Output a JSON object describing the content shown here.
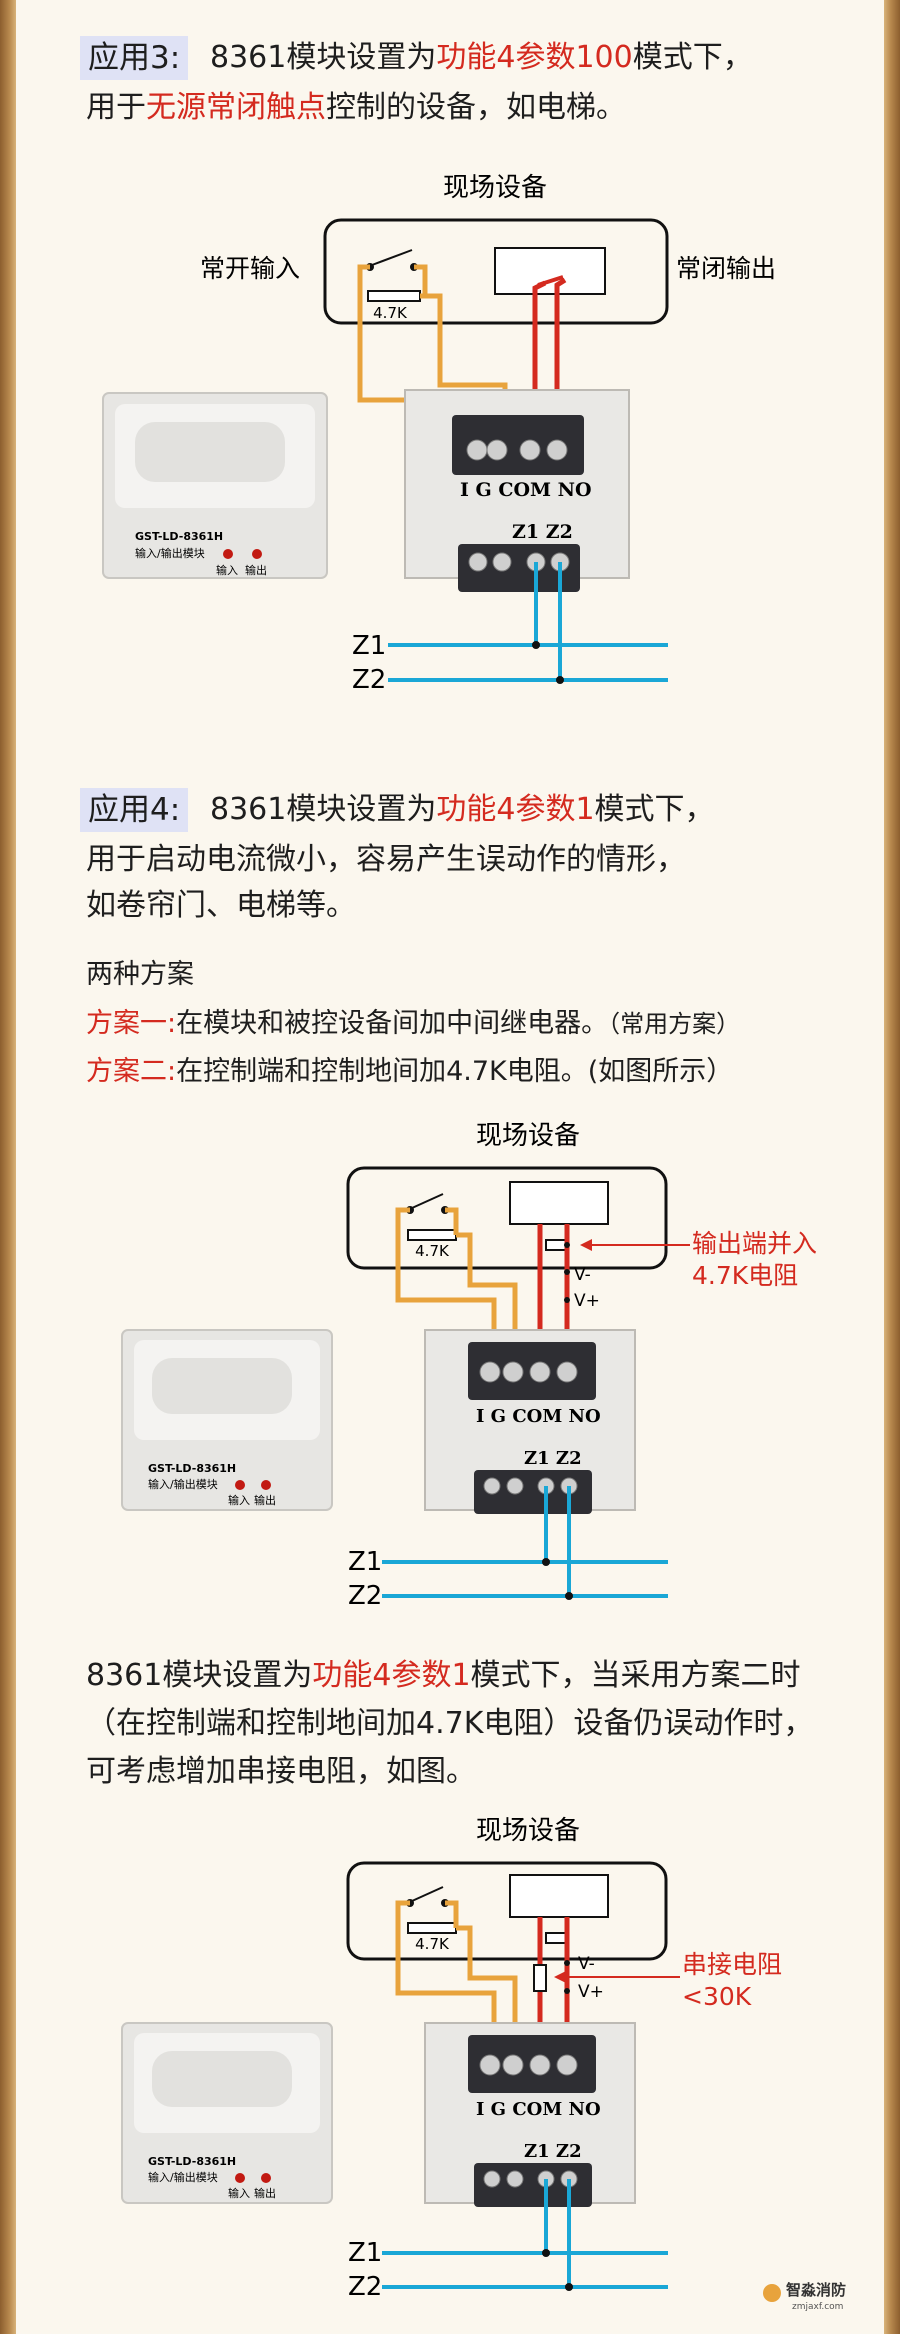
{
  "app1": {
    "tag": "应用3:",
    "l1_a": "8361模块设置为",
    "l1_b": "功能4参数100",
    "l1_c": "模式下，",
    "l2_a": "用于",
    "l2_b": "无源常闭触点",
    "l2_c": "控制的设备，如电梯。"
  },
  "diagram1": {
    "field_title": "现场设备",
    "left_label": "常开输入",
    "right_label": "常闭输出",
    "resistor": "4.7K",
    "terminals": "I G COM NO",
    "bus_terminals": "Z1 Z2",
    "bus1": "Z1",
    "bus2": "Z2"
  },
  "app2": {
    "tag": "应用4:",
    "l1_a": "8361模块设置为",
    "l1_b": "功能4参数1",
    "l1_c": "模式下，",
    "l2": "用于启动电流微小，容易产生误动作的情形，",
    "l3": "如卷帘门、电梯等。",
    "two_plans": "两种方案",
    "plan1_label": "方案一:",
    "plan1_text": "在模块和被控设备间加中间继电器。",
    "plan1_note": "（常用方案）",
    "plan2_label": "方案二:",
    "plan2_text": "在控制端和控制地间加4.7K电阻。(如图所示）"
  },
  "diagram2": {
    "field_title": "现场设备",
    "resistor": "4.7K",
    "v_minus": "V-",
    "v_plus": "V+",
    "note_l1": "输出端并入",
    "note_l2": "4.7K电阻",
    "terminals": "I G COM NO",
    "bus_terminals": "Z1 Z2",
    "bus1": "Z1",
    "bus2": "Z2"
  },
  "app3": {
    "l1_a": "8361模块设置为",
    "l1_b": "功能4参数1",
    "l1_c": "模式下，当采用方案二时",
    "l2": "（在控制端和控制地间加4.7K电阻）设备仍误动作时，",
    "l3": "可考虑增加串接电阻，如图。"
  },
  "diagram3": {
    "field_title": "现场设备",
    "resistor": "4.7K",
    "v_minus": "V-",
    "v_plus": "V+",
    "note_l1": "串接电阻",
    "note_l2": "<30K",
    "terminals": "I G COM NO",
    "bus_terminals": "Z1 Z2",
    "bus1": "Z1",
    "bus2": "Z2"
  },
  "module": {
    "model": "GST-LD-8361H",
    "name": "输入/输出模块",
    "led_in": "输入",
    "led_out": "输出"
  },
  "watermark": {
    "brand": "智淼消防",
    "site": "zmjaxf.com"
  },
  "colors": {
    "orange_wire": "#e8a33c",
    "red_wire": "#d42a1f",
    "blue_bus": "#1aa7d6",
    "accent_red": "#d42a1f",
    "tag_bg": "#dfe2f5"
  }
}
